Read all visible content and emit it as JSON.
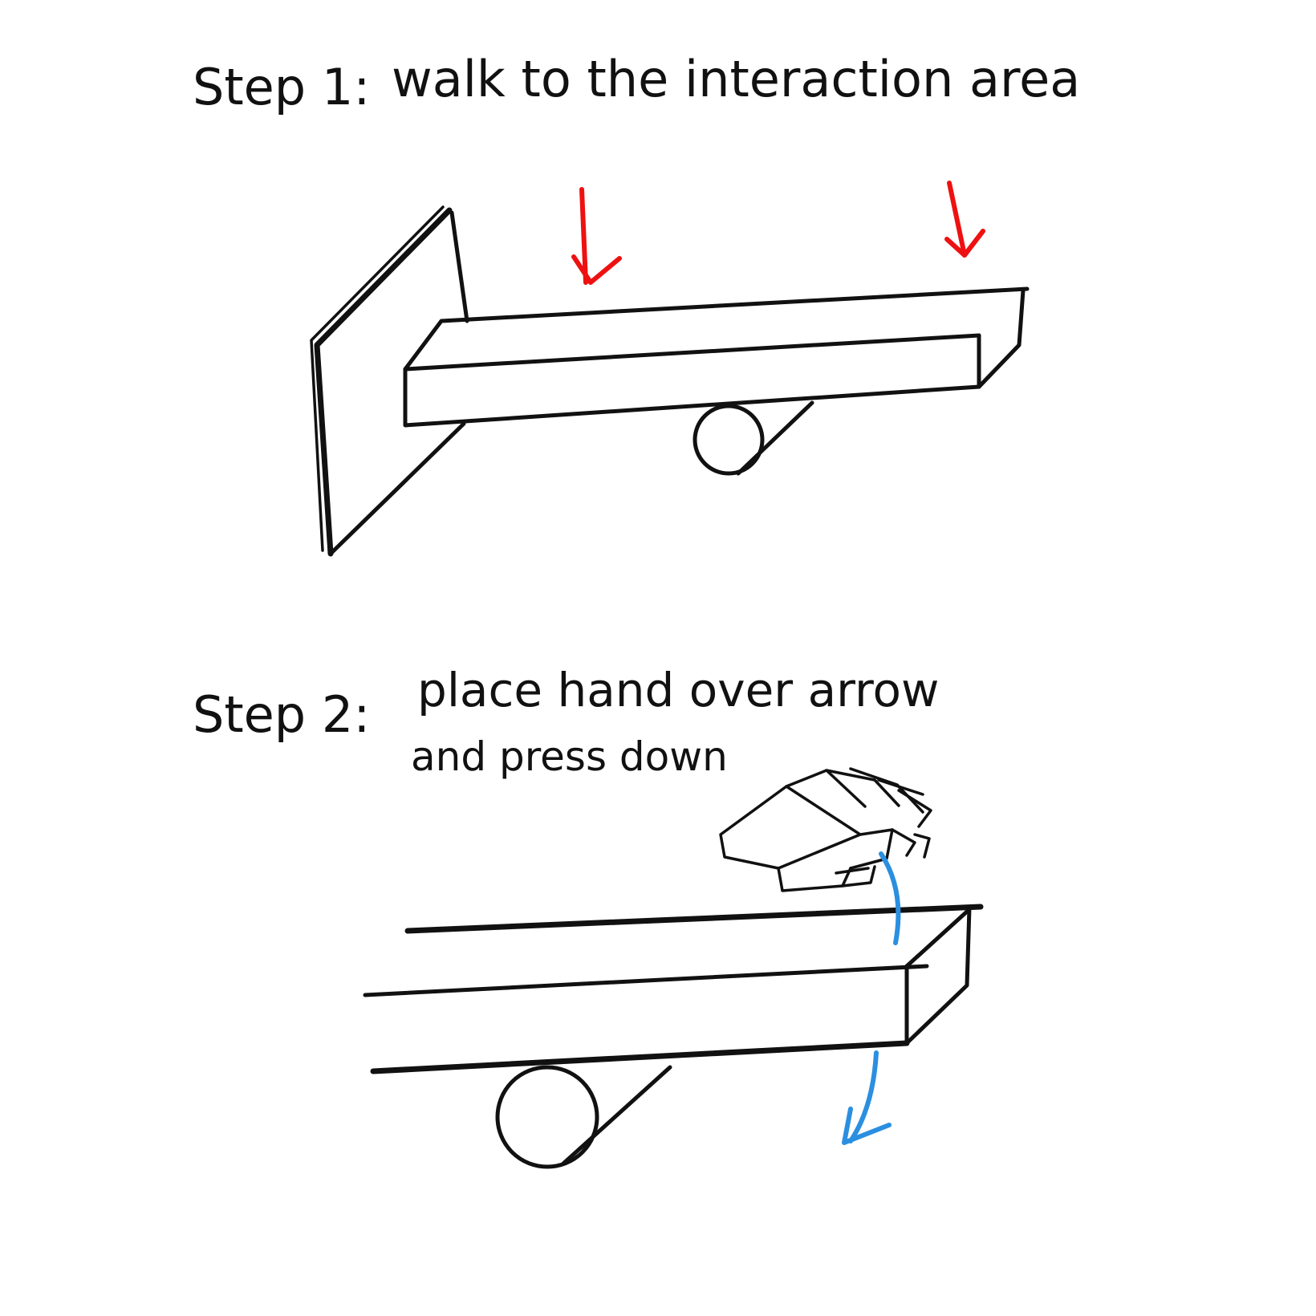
{
  "step1": {
    "label": "Step 1:",
    "text": "walk to the interaction area"
  },
  "step2": {
    "label": "Step 2:",
    "line1": "place hand over arrow",
    "line2": "and press down"
  },
  "colors": {
    "ink": "#111111",
    "indicator_arrows": "#ee1111",
    "motion_arrows": "#2b8fe0",
    "background": "#ffffff"
  }
}
